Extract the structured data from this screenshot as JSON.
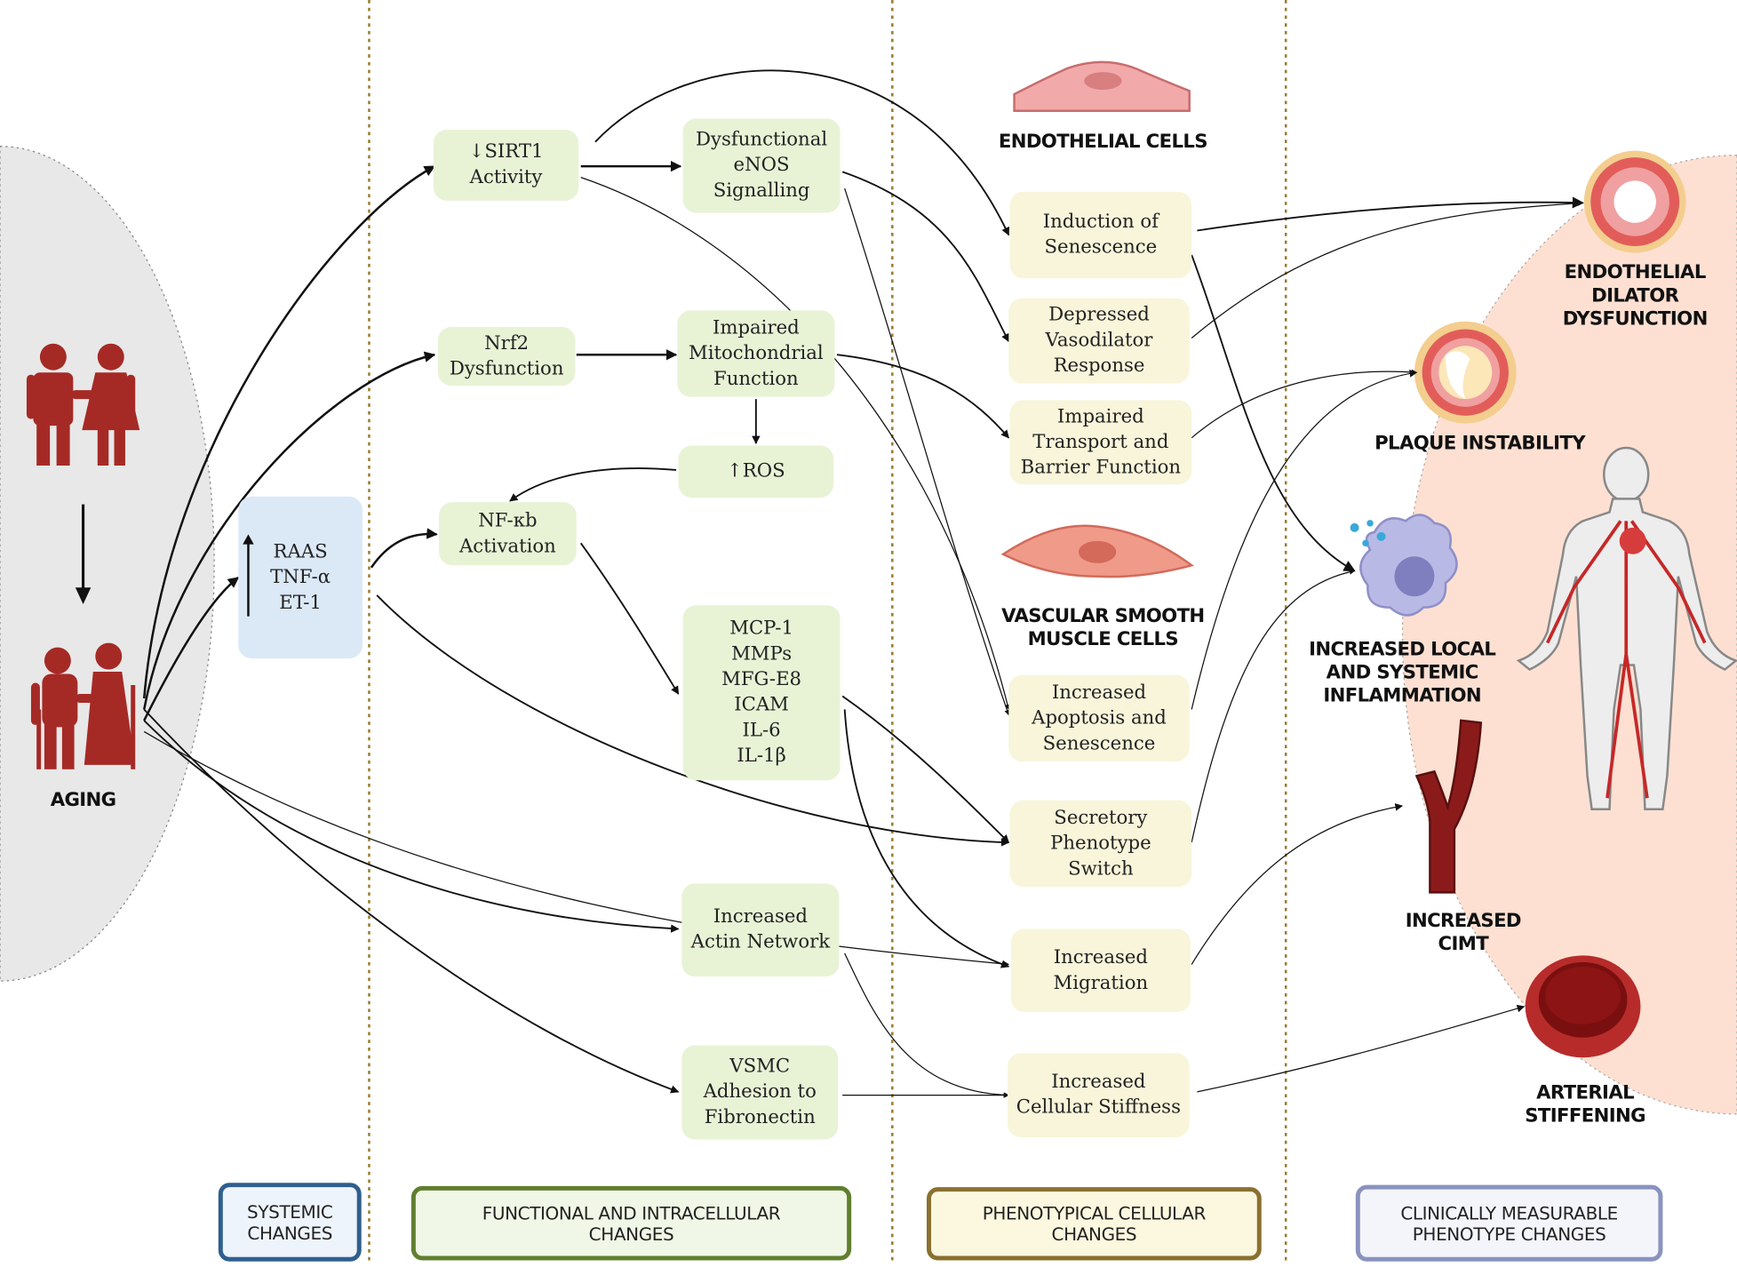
{
  "labels": {
    "aging": "AGING",
    "endothelial_cells": "ENDOTHELIAL CELLS",
    "vsmc": "VASCULAR SMOOTH\nMUSCLE CELLS",
    "endothelial_dilator": "ENDOTHELIAL\nDILATOR\nDYSFUNCTION",
    "plaque_instability": "PLAQUE INSTABILITY",
    "inflammation": "INCREASED  LOCAL\nAND SYSTEMIC\nINFLAMMATION",
    "cimt": "INCREASED\nCIMT",
    "arterial_stiffening": "ARTERIAL\nSTIFFENING"
  },
  "systemic": {
    "factors": "RAAS\nTNF-α\nET-1"
  },
  "functional": {
    "sirt1": "↓SIRT1\nActivity",
    "nrf2": "Nrf2\nDysfunction",
    "nfkb": "NF-κb\nActivation",
    "enos": "Dysfunctional\neNOS\nSignalling",
    "mito": "Impaired\nMitochondrial\nFunction",
    "ros": "↑ROS",
    "mcp": "MCP-1\nMMPs\nMFG-E8\nICAM\nIL-6\nIL-1β",
    "actin": "Increased\nActin Network",
    "adhesion": "VSMC\nAdhesion to\nFibronectin"
  },
  "phenotypic": {
    "senescence": "Induction of\nSenescence",
    "vasodilator": "Depressed\nVasodilator\nResponse",
    "transport": "Impaired\nTransport and\nBarrier Function",
    "apoptosis": "Increased\nApoptosis and\nSenescence",
    "secretory": "Secretory\nPhenotype\nSwitch",
    "migration": "Increased\nMigration",
    "stiffness": "Increased\nCellular Stiffness"
  },
  "legend": {
    "systemic": "SYSTEMIC\nCHANGES",
    "functional": "FUNCTIONAL AND INTRACELLULAR\nCHANGES",
    "phenotypical": "PHENOTYPICAL CELLULAR\nCHANGES",
    "clinical": "CLINICALLY MEASURABLE\nPHENOTYPE CHANGES"
  },
  "colors": {
    "green_box": "#e8f3d6",
    "yellow_box": "#f8f5da",
    "blue_box": "#dbe9f7",
    "people": "#a52a26",
    "aging_region": "#e8e8e8",
    "clinical_region": "#fde0d2",
    "legend_systemic": "#2f5f8f",
    "legend_functional": "#5f7f2f",
    "legend_phenotypical": "#8a7030",
    "legend_clinical": "#8a93bf"
  },
  "icons": [
    "elderly-couple-icon",
    "young-couple-icon",
    "endothelial-cell-icon",
    "smooth-muscle-cell-icon",
    "artery-cross-section-icon",
    "plaque-artery-icon",
    "macrophage-icon",
    "human-body-vessels-icon",
    "carotid-artery-icon",
    "stiff-artery-icon"
  ]
}
